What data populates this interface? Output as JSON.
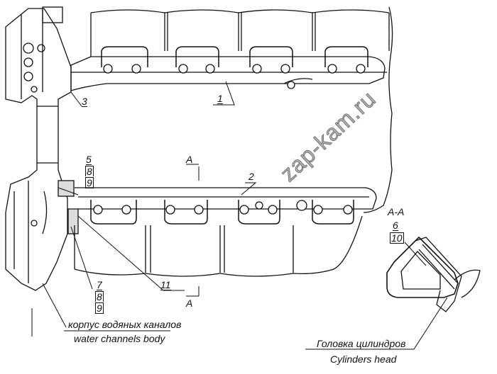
{
  "callouts": {
    "p1": "1",
    "p2": "2",
    "p3": "3",
    "p5": "5",
    "p8a": "8",
    "p9a": "9",
    "p7": "7",
    "p8b": "8",
    "p9b": "9",
    "p11": "11",
    "p6": "6",
    "p10": "10"
  },
  "section": {
    "mark_top": "A",
    "mark_bottom": "A",
    "title": "A-A"
  },
  "captions": {
    "water_ru": "корпус водяных каналов",
    "water_en": "water channels body",
    "head_ru": "Головка цилиндров",
    "head_en": "Cylinders head"
  },
  "watermark": "zap-kam.ru"
}
